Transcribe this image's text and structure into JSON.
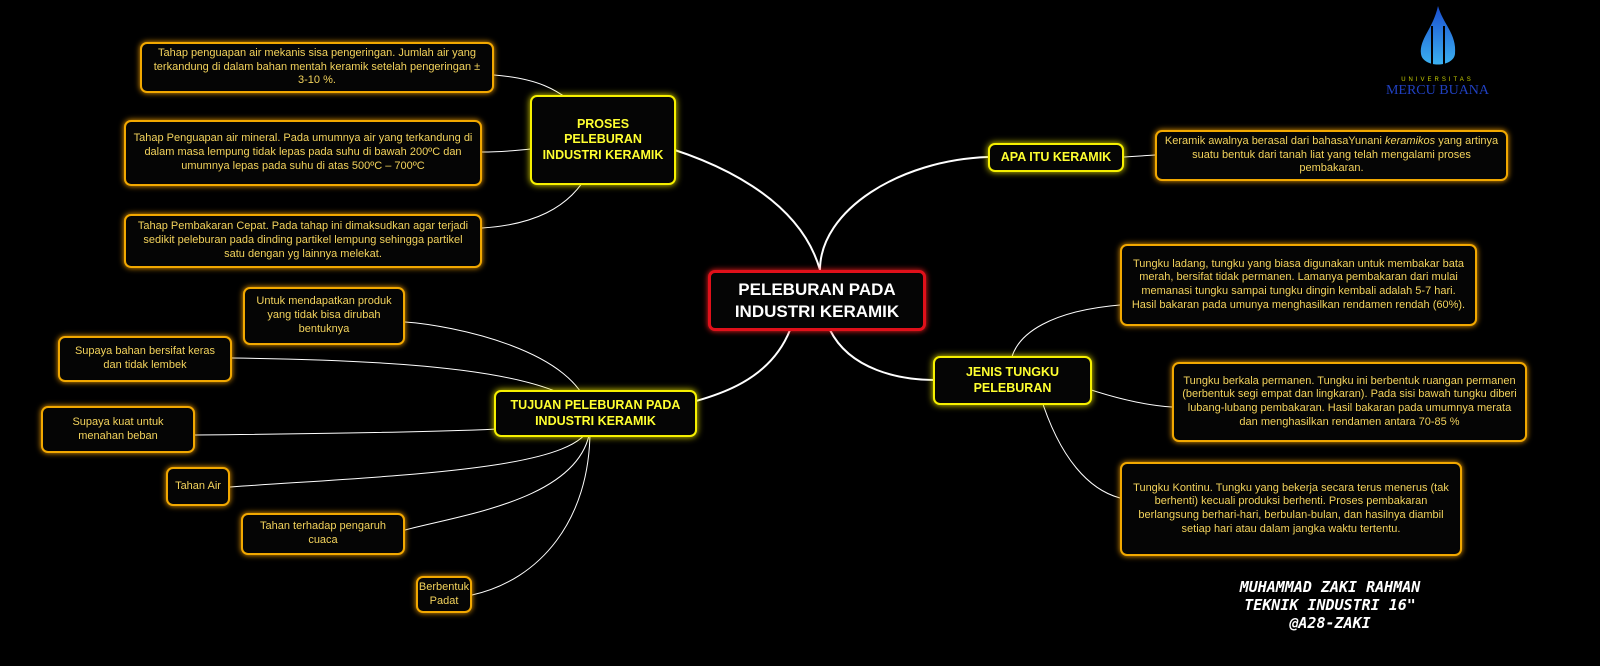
{
  "center": "PELEBURAN PADA INDUSTRI KERAMIK",
  "branches": {
    "proses": {
      "label": "PROSES PELEBURAN INDUSTRI KERAMIK",
      "items": [
        "Tahap penguapan air mekanis sisa pengeringan. Jumlah air yang terkandung di dalam bahan mentah keramik setelah pengeringan ± 3-10 %.",
        "Tahap Penguapan air mineral. Pada umumnya air yang terkandung di dalam masa lempung tidak lepas pada suhu di bawah 200ºC dan umumnya lepas pada suhu di atas 500ºC – 700ºC",
        "Tahap Pembakaran Cepat. Pada tahap ini dimaksudkan agar terjadi sedikit peleburan pada dinding partikel lempung sehingga partikel satu dengan yg lainnya melekat."
      ]
    },
    "apa": {
      "label": "APA ITU KERAMIK",
      "text_before": "Keramik awalnya berasal dari bahasaYunani ",
      "text_italic": "keramikos",
      "text_after": " yang artinya suatu bentuk dari tanah liat yang telah mengalami proses pembakaran."
    },
    "jenis": {
      "label": "JENIS TUNGKU PELEBURAN",
      "items": [
        "Tungku ladang, tungku yang biasa digunakan untuk membakar bata merah, bersifat tidak permanen. Lamanya pembakaran dari mulai memanasi tungku sampai tungku dingin kembali adalah 5-7 hari. Hasil bakaran pada umunya menghasilkan rendamen rendah (60%).",
        "Tungku berkala permanen. Tungku ini berbentuk ruangan permanen (berbentuk segi empat dan lingkaran). Pada sisi bawah tungku diberi lubang-lubang pembakaran. Hasil bakaran pada umumnya merata dan menghasilkan rendamen antara 70-85 %",
        "Tungku Kontinu. Tungku yang bekerja secara terus menerus (tak berhenti) kecuali produksi berhenti. Proses pembakaran berlangsung berhari-hari, berbulan-bulan, dan hasilnya diambil setiap hari atau dalam jangka waktu tertentu."
      ]
    },
    "tujuan": {
      "label": "TUJUAN PELEBURAN PADA INDUSTRI KERAMIK",
      "items": [
        "Untuk mendapatkan produk yang tidak bisa dirubah bentuknya",
        "Supaya bahan bersifat keras dan tidak lembek",
        "Supaya kuat untuk menahan beban",
        "Tahan Air",
        "Tahan terhadap pengaruh cuaca",
        "Berbentuk Padat"
      ]
    }
  },
  "author": {
    "name": "MUHAMMAD ZAKI RAHMAN",
    "program": "TEKNIK INDUSTRI 16\"",
    "handle": "@A28-ZAKI"
  },
  "logo": {
    "line1": "UNIVERSITAS",
    "line2": "MERCU BUANA"
  },
  "colors": {
    "leaf_border": "#f2a800",
    "branch_border": "#f6f000",
    "center_border": "#e0101a",
    "leaf_text": "#f3d35c",
    "background": "#000000"
  }
}
